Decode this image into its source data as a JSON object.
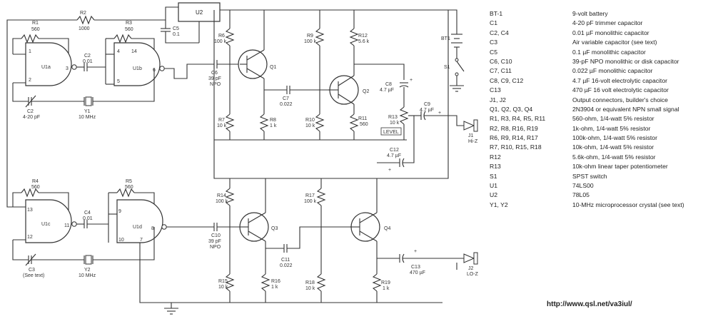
{
  "schematic": {
    "labels": {
      "U2": "U2",
      "R1": "R1",
      "R1v": "560",
      "R2": "R2",
      "R2v": "1000",
      "R3": "R3",
      "R3v": "560",
      "R4": "R4",
      "R4v": "560",
      "R5": "R5",
      "R5v": "560",
      "U1a": "U1a",
      "U1b": "U1b",
      "U1c": "U1c",
      "U1d": "U1d",
      "C1": "C2",
      "C1v": "4-20 pF",
      "C2": "C2",
      "C2v": "0.01",
      "C3": "C3",
      "C3v": "(See text)",
      "C4": "C4",
      "C4v": "0.01",
      "C5": "C5",
      "C5v": "0.1",
      "C6": "C6",
      "C6v1": "39 pF",
      "C6v2": "NPO",
      "C7": "C7",
      "C7v": "0.022",
      "C8": "C8",
      "C8v": "4.7 µF",
      "C9": "C9",
      "C9v": "4.7 µF",
      "C10": "C10",
      "C10v1": "39 pF",
      "C10v2": "NPO",
      "C11": "C11",
      "C11v": "0.022",
      "C12": "C12",
      "C12v": "4.7 µF",
      "C13": "C13",
      "C13v": "470 µF",
      "Y1": "Y1",
      "Y1v": "10 MHz",
      "Y2": "Y2",
      "Y2v": "10 MHz",
      "Q1": "Q1",
      "Q2": "Q2",
      "Q3": "Q3",
      "Q4": "Q4",
      "R6": "R6",
      "R6v": "100 k",
      "R7": "R7",
      "R7v": "10 k",
      "R8": "R8",
      "R8v": "1 k",
      "R9": "R9",
      "R9v": "100 k",
      "R10": "R10",
      "R10v": "10 k",
      "R11": "R11",
      "R11v": "560",
      "R12": "R12",
      "R12v": "5.6 k",
      "R13": "R13",
      "R13v": "10 k",
      "R14": "R14",
      "R14v": "100 k",
      "R15": "R15",
      "R15v": "10 k",
      "R16": "R16",
      "R16v": "1 k",
      "R17": "R17",
      "R17v": "100 k",
      "R18": "R18",
      "R18v": "10 k",
      "R19": "R19",
      "R19v": "1 k",
      "LEVEL": "LEVEL",
      "BT1": "BT1",
      "S1": "S1",
      "J1": "J1",
      "J1v": "Hi-Z",
      "J2": "J2",
      "J2v": "LO-Z",
      "pin1": "1",
      "pin2": "2",
      "pin3": "3",
      "pin4": "4",
      "pin5": "5",
      "pin6": "6",
      "pin14": "14",
      "pin13": "13",
      "pin12": "12",
      "pin11": "11",
      "pin9": "9",
      "pin10": "10",
      "pin8": "8",
      "pin7": "7",
      "plus": "+"
    }
  },
  "parts_list": [
    {
      "ref": "BT-1",
      "desc": "9-volt battery"
    },
    {
      "ref": "C1",
      "desc": "4-20 pF trimmer capacitor"
    },
    {
      "ref": "C2, C4",
      "desc": "0.01 µF monolithic capacitor"
    },
    {
      "ref": "C3",
      "desc": "Air variable capacitor (see text)"
    },
    {
      "ref": "C5",
      "desc": "0.1 µF monolithic capacitor"
    },
    {
      "ref": "C6, C10",
      "desc": "39-pF NPO monolithic or disk capacitor"
    },
    {
      "ref": "C7, C11",
      "desc": "0.022 µF monolithic capacitor"
    },
    {
      "ref": "C8, C9, C12",
      "desc": "4.7 µF 16-volt electrolytic capacitor"
    },
    {
      "ref": "C13",
      "desc": "470 µF 16 volt electrolytic capacitor"
    },
    {
      "ref": "J1, J2",
      "desc": "Output connectors, builder's choice"
    },
    {
      "ref": "Q1, Q2, Q3, Q4",
      "desc": "2N3904 or equivalent NPN small signal"
    },
    {
      "ref": "R1, R3, R4, R5, R11",
      "desc": "560-ohm, 1/4-watt 5% resistor"
    },
    {
      "ref": "R2, R8, R16, R19",
      "desc": "1k-ohm, 1/4-watt 5% resistor"
    },
    {
      "ref": "R6, R9, R14, R17",
      "desc": "100k-ohm, 1/4-watt 5% resistor"
    },
    {
      "ref": "R7, R10, R15, R18",
      "desc": "10k-ohm, 1/4-watt 5% resistor"
    },
    {
      "ref": "R12",
      "desc": "5.6k-ohm, 1/4-watt 5% resistor"
    },
    {
      "ref": "R13",
      "desc": "10k-ohm linear taper potentiometer"
    },
    {
      "ref": "S1",
      "desc": "SPST switch"
    },
    {
      "ref": "U1",
      "desc": "74LS00"
    },
    {
      "ref": "U2",
      "desc": "78L05"
    },
    {
      "ref": "Y1, Y2",
      "desc": "10-MHz microprocessor crystal (see text)"
    }
  ],
  "footer": {
    "url": "http://www.qsl.net/va3iul/"
  }
}
